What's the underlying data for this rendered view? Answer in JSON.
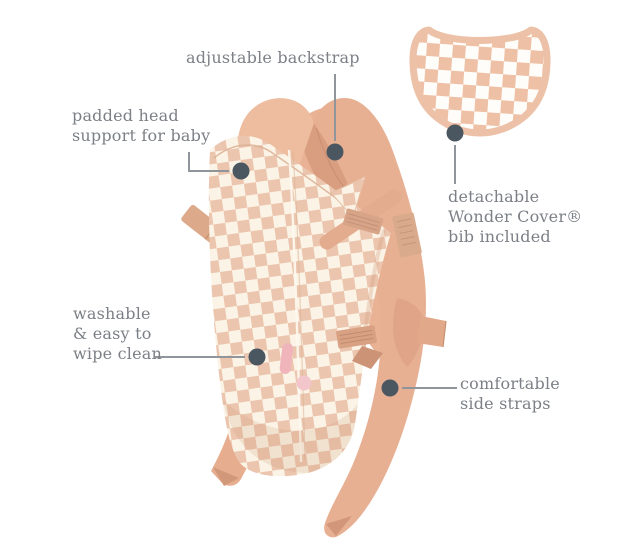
{
  "product_infographic": {
    "subject": "doll baby carrier with checkered pattern and detachable bib",
    "callouts": {
      "backstrap": {
        "label": "adjustable backstrap"
      },
      "head_support": {
        "label": "padded head\nsupport for baby"
      },
      "washable": {
        "label": "washable\n& easy to\nwipe clean"
      },
      "bib": {
        "label": "detachable\nWonder Cover®\nbib included"
      },
      "side_straps": {
        "label": "comfortable\nside straps"
      }
    },
    "style": {
      "background": "#ffffff",
      "text_color": "#7c8086",
      "callout_line_color": "#8f959b",
      "callout_dot_color": "#4a5760",
      "strap_peach": "#e8b093",
      "strap_shadow": "#d99e80",
      "check_tan": "#ecc5ae",
      "check_cream": "#fbf3e5",
      "bib_check_tan": "#eec0a5",
      "bib_border": "#edc1a7",
      "velcro": "#d7a488",
      "tag_pink": "#efb5bb"
    }
  }
}
